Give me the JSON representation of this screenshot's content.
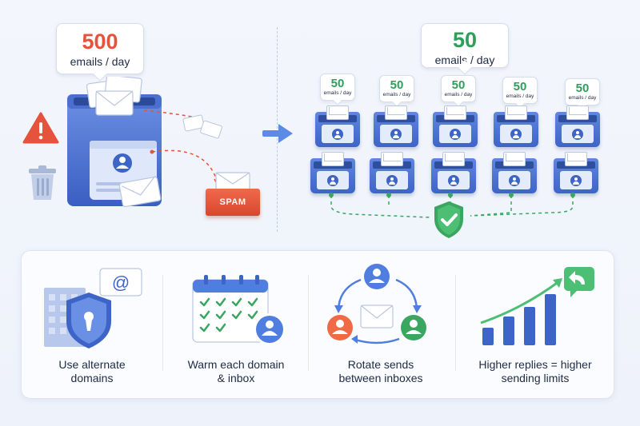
{
  "left_panel": {
    "volume_number": "500",
    "volume_label": "emails / day",
    "spam_label": "SPAM"
  },
  "right_panel": {
    "main_number": "50",
    "main_label": "emails / day",
    "inboxes": [
      {
        "number": "50",
        "label": "emails / day"
      },
      {
        "number": "50",
        "label": "emails / day"
      },
      {
        "number": "50",
        "label": "emails / day"
      },
      {
        "number": "50",
        "label": "emails / day"
      },
      {
        "number": "50",
        "label": "emails / day"
      }
    ]
  },
  "features": [
    {
      "line1": "Use alternate",
      "line2": "domains"
    },
    {
      "line1": "Warm each domain",
      "line2": "& inbox"
    },
    {
      "line1": "Rotate sends",
      "line2": "between inboxes"
    },
    {
      "line1": "Higher replies = higher",
      "line2": "sending limits"
    }
  ],
  "colors": {
    "alert_red": "#e5533d",
    "success_green": "#3aa65f",
    "brand_blue": "#3d64c7"
  },
  "icons": [
    "warning-icon",
    "trash-icon",
    "arrow-right-icon",
    "shield-check-icon",
    "at-mail-icon",
    "calendar-icon",
    "user-icon",
    "reply-icon",
    "bar-chart-icon"
  ]
}
